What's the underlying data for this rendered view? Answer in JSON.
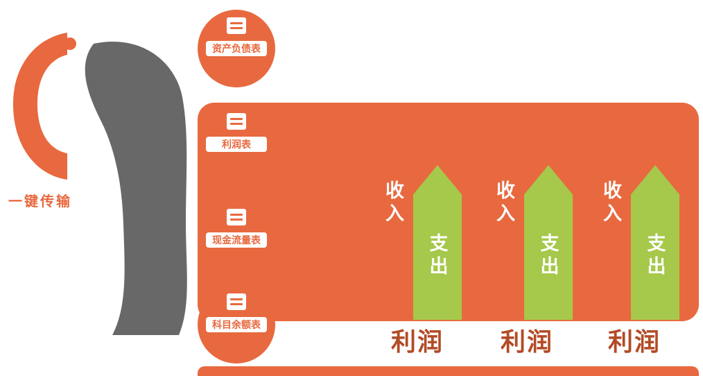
{
  "logo": {
    "caption": "一键传输"
  },
  "reports": [
    {
      "label": "资产负债表"
    },
    {
      "label": "利润表"
    },
    {
      "label": "现金流量表"
    },
    {
      "label": "科目余额表"
    }
  ],
  "flow_chart": {
    "groups": [
      {
        "income": "收入",
        "expense": "支出",
        "result": "利润"
      },
      {
        "income": "收入",
        "expense": "支出",
        "result": "利润"
      },
      {
        "income": "收入",
        "expense": "支出",
        "result": "利润"
      }
    ]
  },
  "colors": {
    "orange": "#E8693F",
    "green": "#A6C84B",
    "gray": "#686868",
    "result_text": "#B24B26"
  }
}
